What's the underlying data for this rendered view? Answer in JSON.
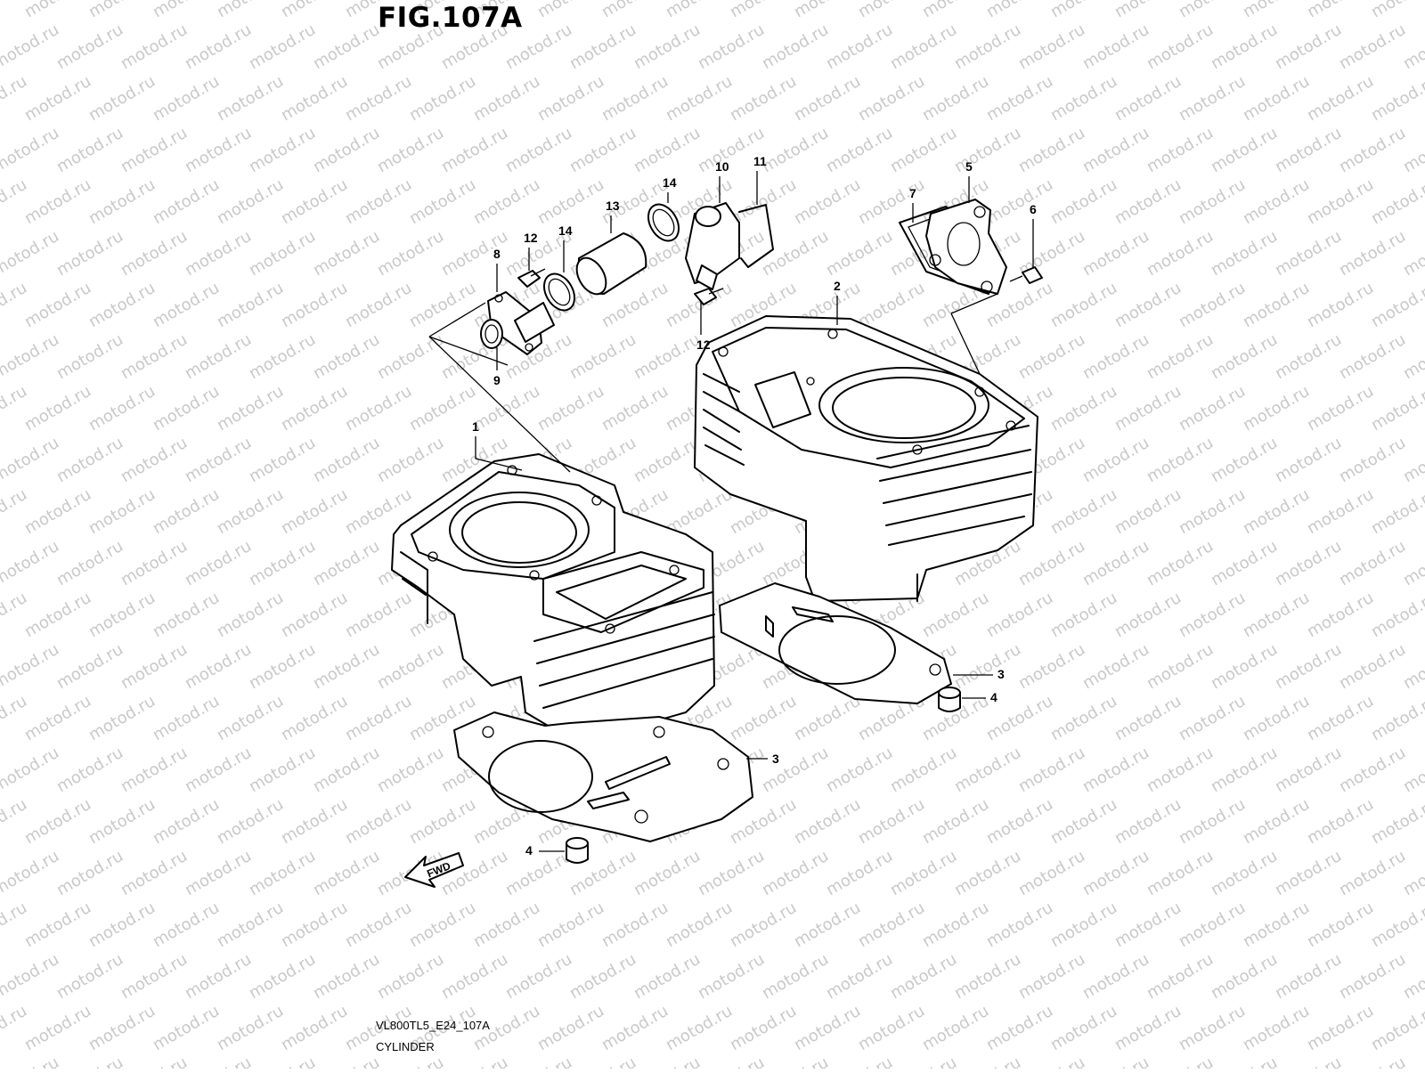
{
  "figure": {
    "title": "FIG.107A",
    "code": "VL800TL5_E24_107A",
    "name": "CYLINDER"
  },
  "watermark": {
    "text": "motod.ru",
    "color": "#c9c9c9"
  },
  "direction_marker": {
    "label": "FWD"
  },
  "callouts": [
    {
      "ref": "1"
    },
    {
      "ref": "2"
    },
    {
      "ref": "3"
    },
    {
      "ref": "3"
    },
    {
      "ref": "4"
    },
    {
      "ref": "4"
    },
    {
      "ref": "5"
    },
    {
      "ref": "6"
    },
    {
      "ref": "7"
    },
    {
      "ref": "8"
    },
    {
      "ref": "9"
    },
    {
      "ref": "10"
    },
    {
      "ref": "11"
    },
    {
      "ref": "12"
    },
    {
      "ref": "12"
    },
    {
      "ref": "13"
    },
    {
      "ref": "14"
    },
    {
      "ref": "14"
    }
  ]
}
